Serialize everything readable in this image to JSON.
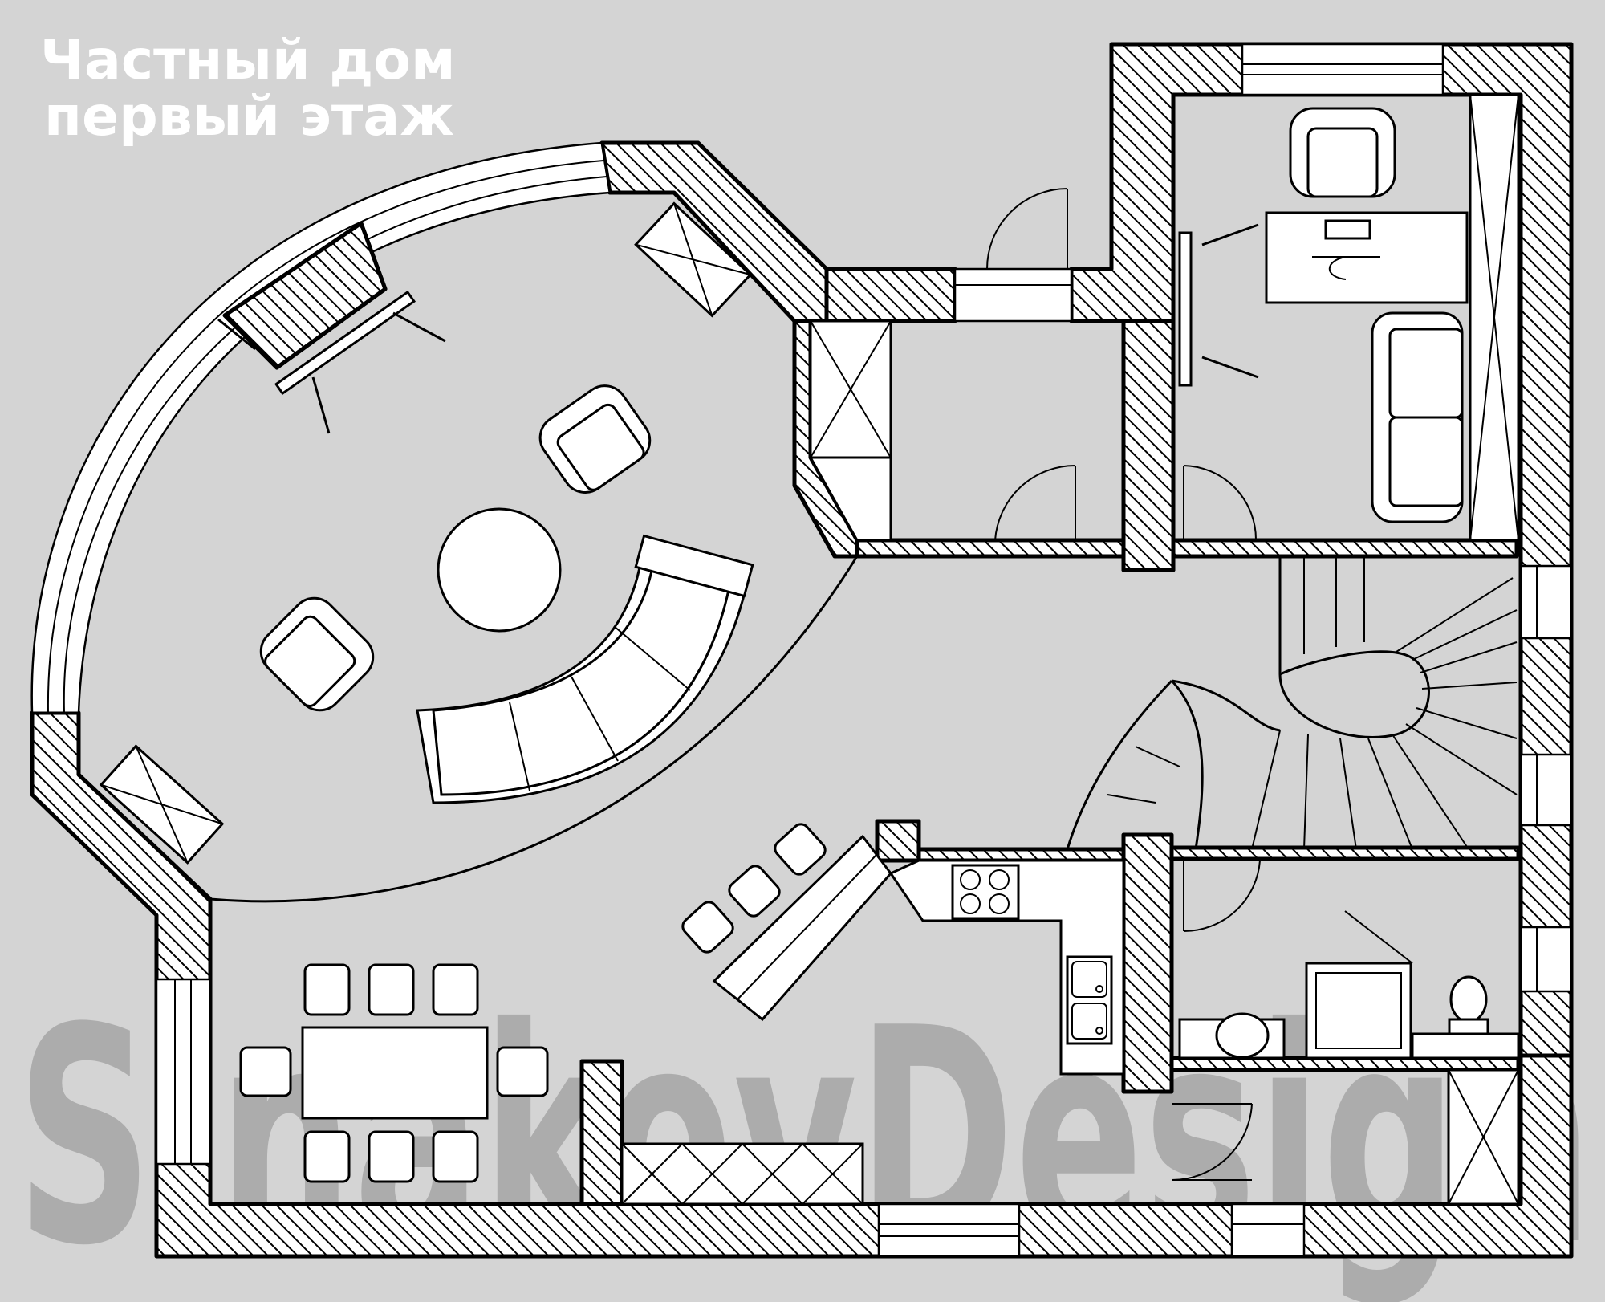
{
  "title": {
    "line1": "Частный дом",
    "line2": "первый этаж"
  },
  "watermark": "SinakovDesign",
  "colors": {
    "background": "#d4d4d4",
    "walls": "#ffffff",
    "hatch": "#000000",
    "title": "#ffffff",
    "watermark": "#a3a3a3"
  }
}
